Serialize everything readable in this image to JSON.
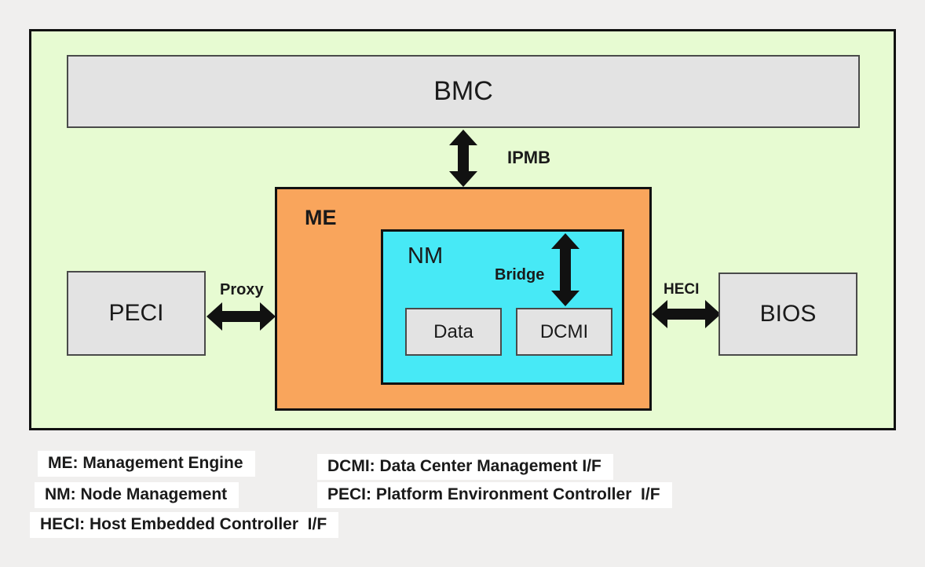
{
  "diagram": {
    "boxes": {
      "bmc": "BMC",
      "me": "ME",
      "nm": "NM",
      "data": "Data",
      "dcmi": "DCMI",
      "peci": "PECI",
      "bios": "BIOS"
    },
    "connections": {
      "ipmb": "IPMB",
      "bridge": "Bridge",
      "proxy": "Proxy",
      "heci": "HECI"
    }
  },
  "legend": {
    "items": [
      "ME: Management Engine",
      "DCMI: Data Center Management I/F",
      "NM: Node Management",
      "PECI: Platform Environment Controller  I/F",
      "HECI: Host Embedded Controller  I/F"
    ]
  },
  "colors": {
    "page_background": "#f0efee",
    "outer_box_fill": "#e7fbd2",
    "me_box_fill": "#f9a55c",
    "nm_box_fill": "#47e9f6",
    "gray_box_fill": "#e3e3e3",
    "border": "#111111",
    "arrow": "#111111",
    "legend_background": "#ffffff"
  }
}
